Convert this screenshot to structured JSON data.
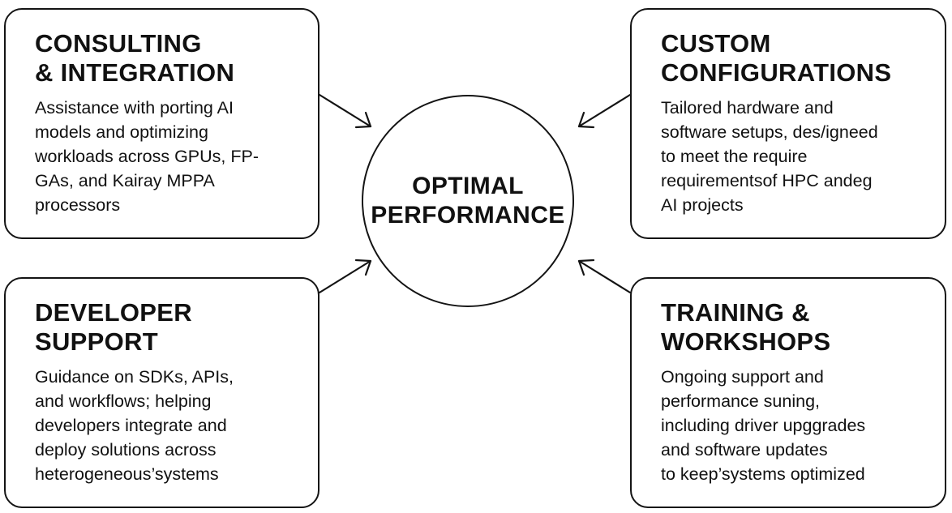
{
  "center": {
    "line1": "OPTIMAL",
    "line2": "PERFORMANCE"
  },
  "boxes": {
    "consulting": {
      "title_lines": [
        "CONSULTING",
        "& INTEGRATION"
      ],
      "body_lines": [
        "Assistance with porting AI",
        "models and optimizing",
        "workloads across GPUs, FP-",
        "GAs, and Kairay MPPA",
        "processors"
      ]
    },
    "custom": {
      "title_lines": [
        "CUSTOM",
        "CONFIGURATIONS"
      ],
      "body_lines": [
        "Tailored hardware and",
        "software setups, des/igneed",
        "to meet the require",
        "requirementsof HPC andeg",
        "AI projects"
      ]
    },
    "developer": {
      "title_lines": [
        "DEVELOPER",
        "SUPPORT"
      ],
      "body_lines": [
        "Guidance on SDKs, APIs,",
        "and workflows; helping",
        "developers integrate and",
        "deploy solutions across",
        "heterogeneous’systems"
      ]
    },
    "training": {
      "title_lines": [
        "TRAINING &",
        "WORKSHOPS"
      ],
      "body_lines": [
        "Ongoing support and",
        "performance suning,",
        "including driver upggrades",
        "and software updates",
        "to keep’systems optimized"
      ]
    }
  }
}
